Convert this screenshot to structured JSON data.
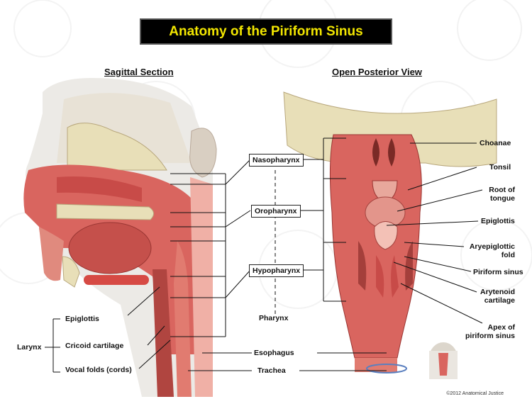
{
  "title": "Anatomy of the Piriform Sinus",
  "left_panel": {
    "heading": "Sagittal Section"
  },
  "right_panel": {
    "heading": "Open Posterior View"
  },
  "center_boxes": {
    "nasopharynx": "Nasopharynx",
    "oropharynx": "Oropharynx",
    "hypopharynx": "Hypopharynx",
    "pharynx": "Pharynx"
  },
  "left_labels": {
    "larynx": "Larynx",
    "epiglottis": "Epiglottis",
    "cricoid": "Cricoid cartilage",
    "vocal_folds": "Vocal folds (cords)"
  },
  "bottom_labels": {
    "esophagus": "Esophagus",
    "trachea": "Trachea"
  },
  "right_labels": {
    "choanae": "Choanae",
    "tonsil": "Tonsil",
    "root_of_tongue": "Root of\ntongue",
    "epiglottis": "Epiglottis",
    "aryepiglottic": "Aryepiglottic\nfold",
    "piriform": "Piriform sinus",
    "arytenoid": "Arytenoid\ncartilage",
    "apex": "Apex of\npiriform sinus"
  },
  "copyright": "©2012 Anatomical Justice",
  "colors": {
    "title_bg": "#000000",
    "title_text": "#f2e600",
    "tissue": "#d9655f",
    "bone": "#e8dfb8"
  }
}
